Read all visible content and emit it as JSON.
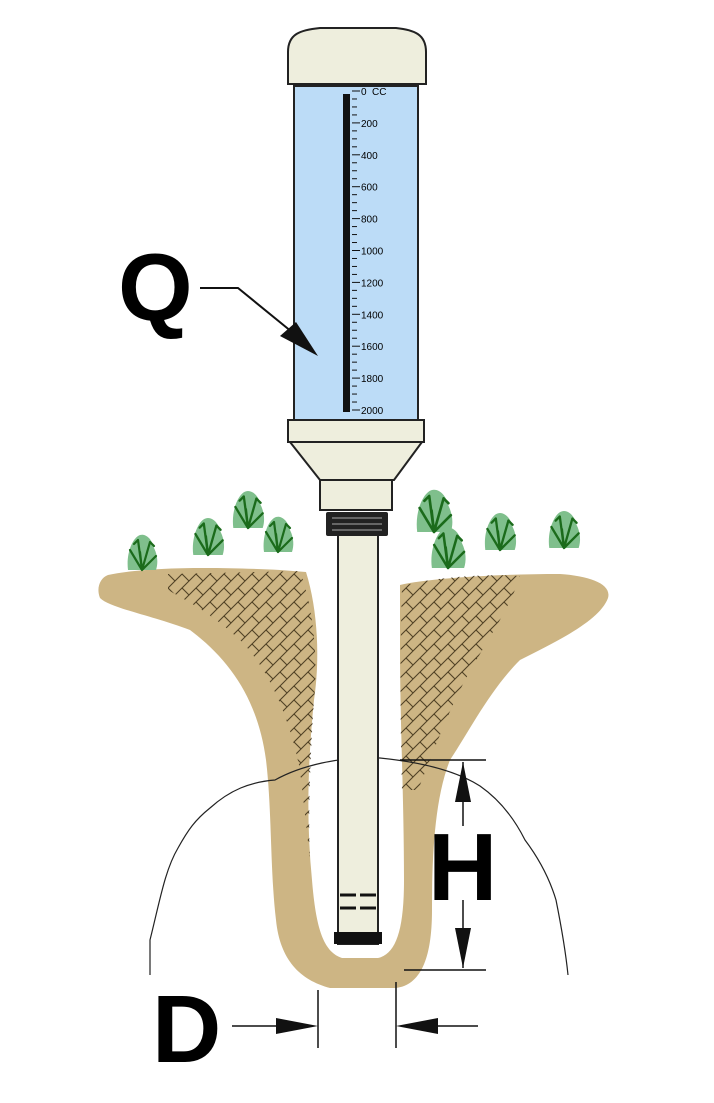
{
  "diagram": {
    "labels": {
      "q": "Q",
      "h": "H",
      "d": "D"
    },
    "scale": {
      "unit": "CC",
      "ticks": [
        "0",
        "200",
        "400",
        "600",
        "800",
        "1000",
        "1200",
        "1400",
        "1600",
        "1800",
        "2000"
      ],
      "max": 2000
    },
    "colors": {
      "reservoir_water": "#bcdcf7",
      "tube_body": "#eeeedd",
      "soil": "#cdb584",
      "plant_light": "#7fbf8c",
      "plant_dark": "#1b6b1b"
    }
  }
}
